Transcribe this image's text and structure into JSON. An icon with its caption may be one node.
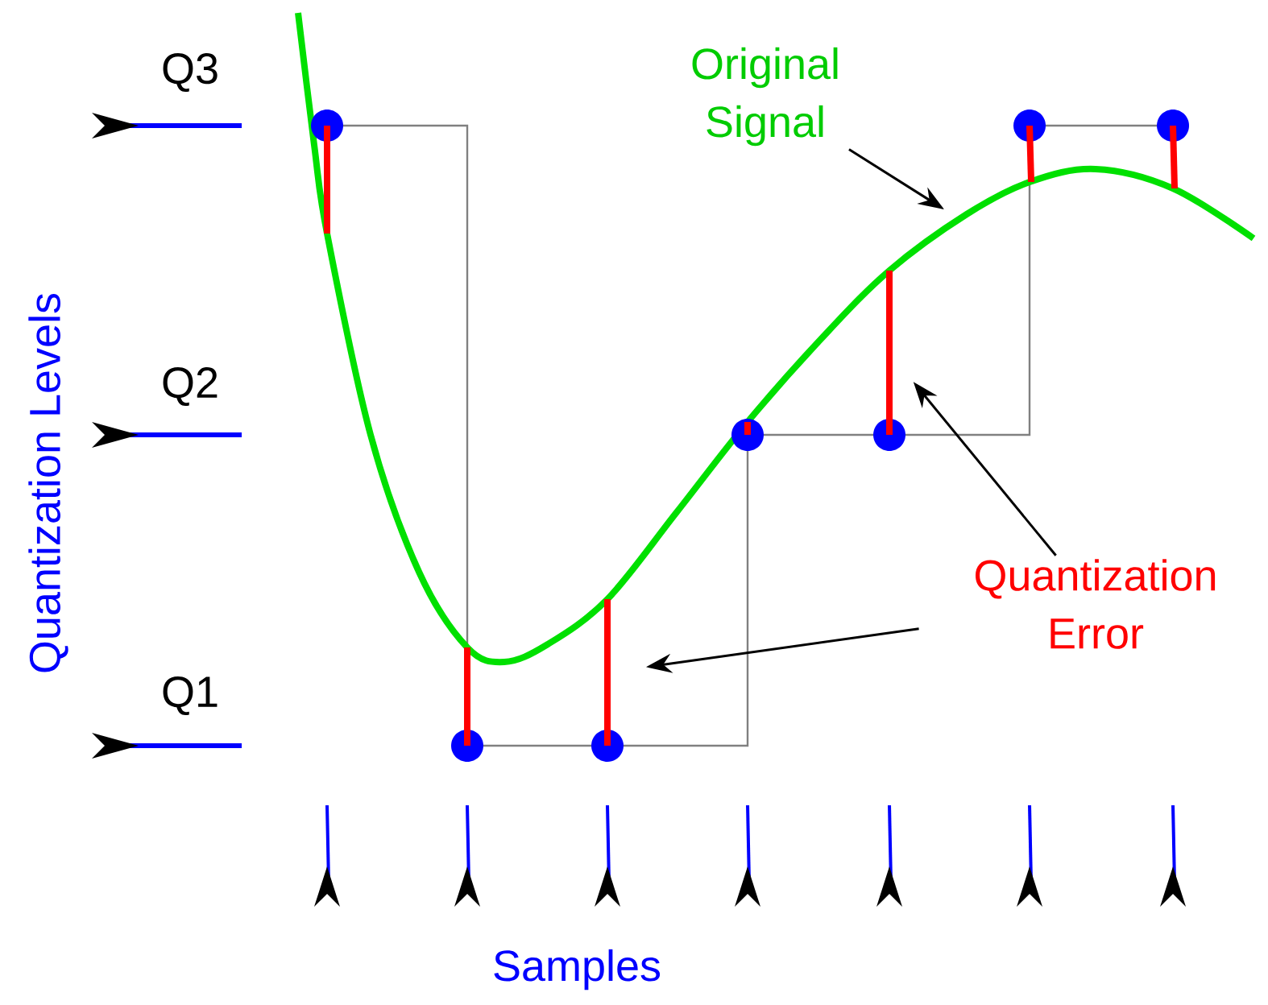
{
  "diagram": {
    "nodes": [
      {
        "text": [
          "Original Signal"
        ]
      },
      {
        "text": [
          "Quantization Error"
        ]
      },
      {
        "text": [],
        "shape": "bar"
      },
      {
        "text": [],
        "shape": "bar"
      }
    ],
    "edges": [
      {
        "from": 0,
        "to": null,
        "arrow": "to"
      },
      {
        "from": 1,
        "to": 2,
        "arrow": "to"
      },
      {
        "from": 1,
        "to": 3,
        "arrow": "to"
      }
    ],
    "labels": [
      "Q3",
      "Q2",
      "Q1",
      "Quantization Levels",
      "Samples"
    ]
  }
}
